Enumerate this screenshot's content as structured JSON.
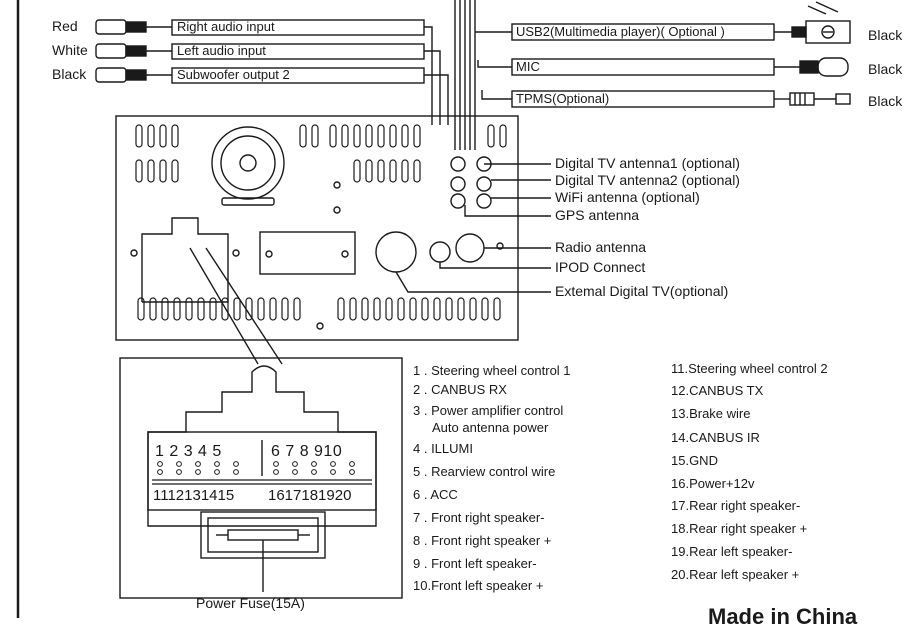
{
  "audio_inputs": [
    {
      "color": "Red",
      "label": "Right audio input"
    },
    {
      "color": "White",
      "label": "Left audio input"
    },
    {
      "color": "Black",
      "label": "Subwoofer output 2"
    }
  ],
  "right_connectors": [
    {
      "label": "USB2(Multimedia player)( Optional )",
      "color": "Black"
    },
    {
      "label": "MIC",
      "color": "Black"
    },
    {
      "label": "TPMS(Optional)",
      "color": "Black"
    }
  ],
  "antennas": [
    "Digital TV antenna1 (optional)",
    "Digital TV antenna2 (optional)",
    "WiFi antenna (optional)",
    "GPS antenna",
    "Radio antenna",
    "IPOD Connect",
    "Extemal Digital  TV(optional)"
  ],
  "connector": {
    "top_numbers_left": "1 2 3 4 5",
    "top_numbers_right": "6 7 8 910",
    "bottom_numbers_left": "1112131415",
    "bottom_numbers_right": "1617181920",
    "fuse_label": "Power Fuse(15A)"
  },
  "pins_left": [
    "1 . Steering wheel control 1",
    "2 . CANBUS RX",
    "3 . Power amplifier control",
    "Auto antenna power",
    "4 . ILLUMI",
    "5 . Rearview control wire",
    "6 . ACC",
    "7 . Front right speaker-",
    "8 . Front right speaker +",
    "9 . Front left speaker-",
    "10.Front left speaker +"
  ],
  "pins_right": [
    "11.Steering wheel control 2",
    "12.CANBUS TX",
    "13.Brake wire",
    "14.CANBUS IR",
    "15.GND",
    "16.Power+12v",
    "17.Rear right speaker-",
    "18.Rear right speaker +",
    "19.Rear left speaker-",
    "20.Rear left speaker +"
  ],
  "footer": "Made in China"
}
